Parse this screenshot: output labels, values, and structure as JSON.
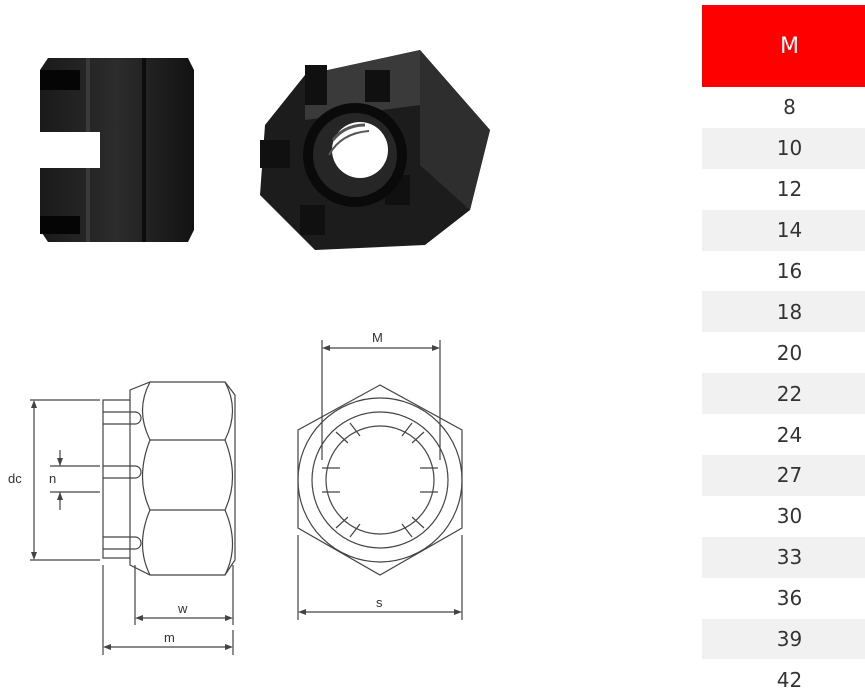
{
  "header_color": "#ff0000",
  "product_images": [
    {
      "icon": "castle-nut-side-photo"
    },
    {
      "icon": "castle-nut-angled-photo"
    }
  ],
  "drawing": {
    "labels": {
      "dc": "dc",
      "n": "n",
      "w": "w",
      "m": "m",
      "M": "M",
      "s": "s"
    }
  },
  "size_table": {
    "header": "M",
    "rows": [
      "8",
      "10",
      "12",
      "14",
      "16",
      "18",
      "20",
      "22",
      "24",
      "27",
      "30",
      "33",
      "36",
      "39",
      "42"
    ]
  }
}
